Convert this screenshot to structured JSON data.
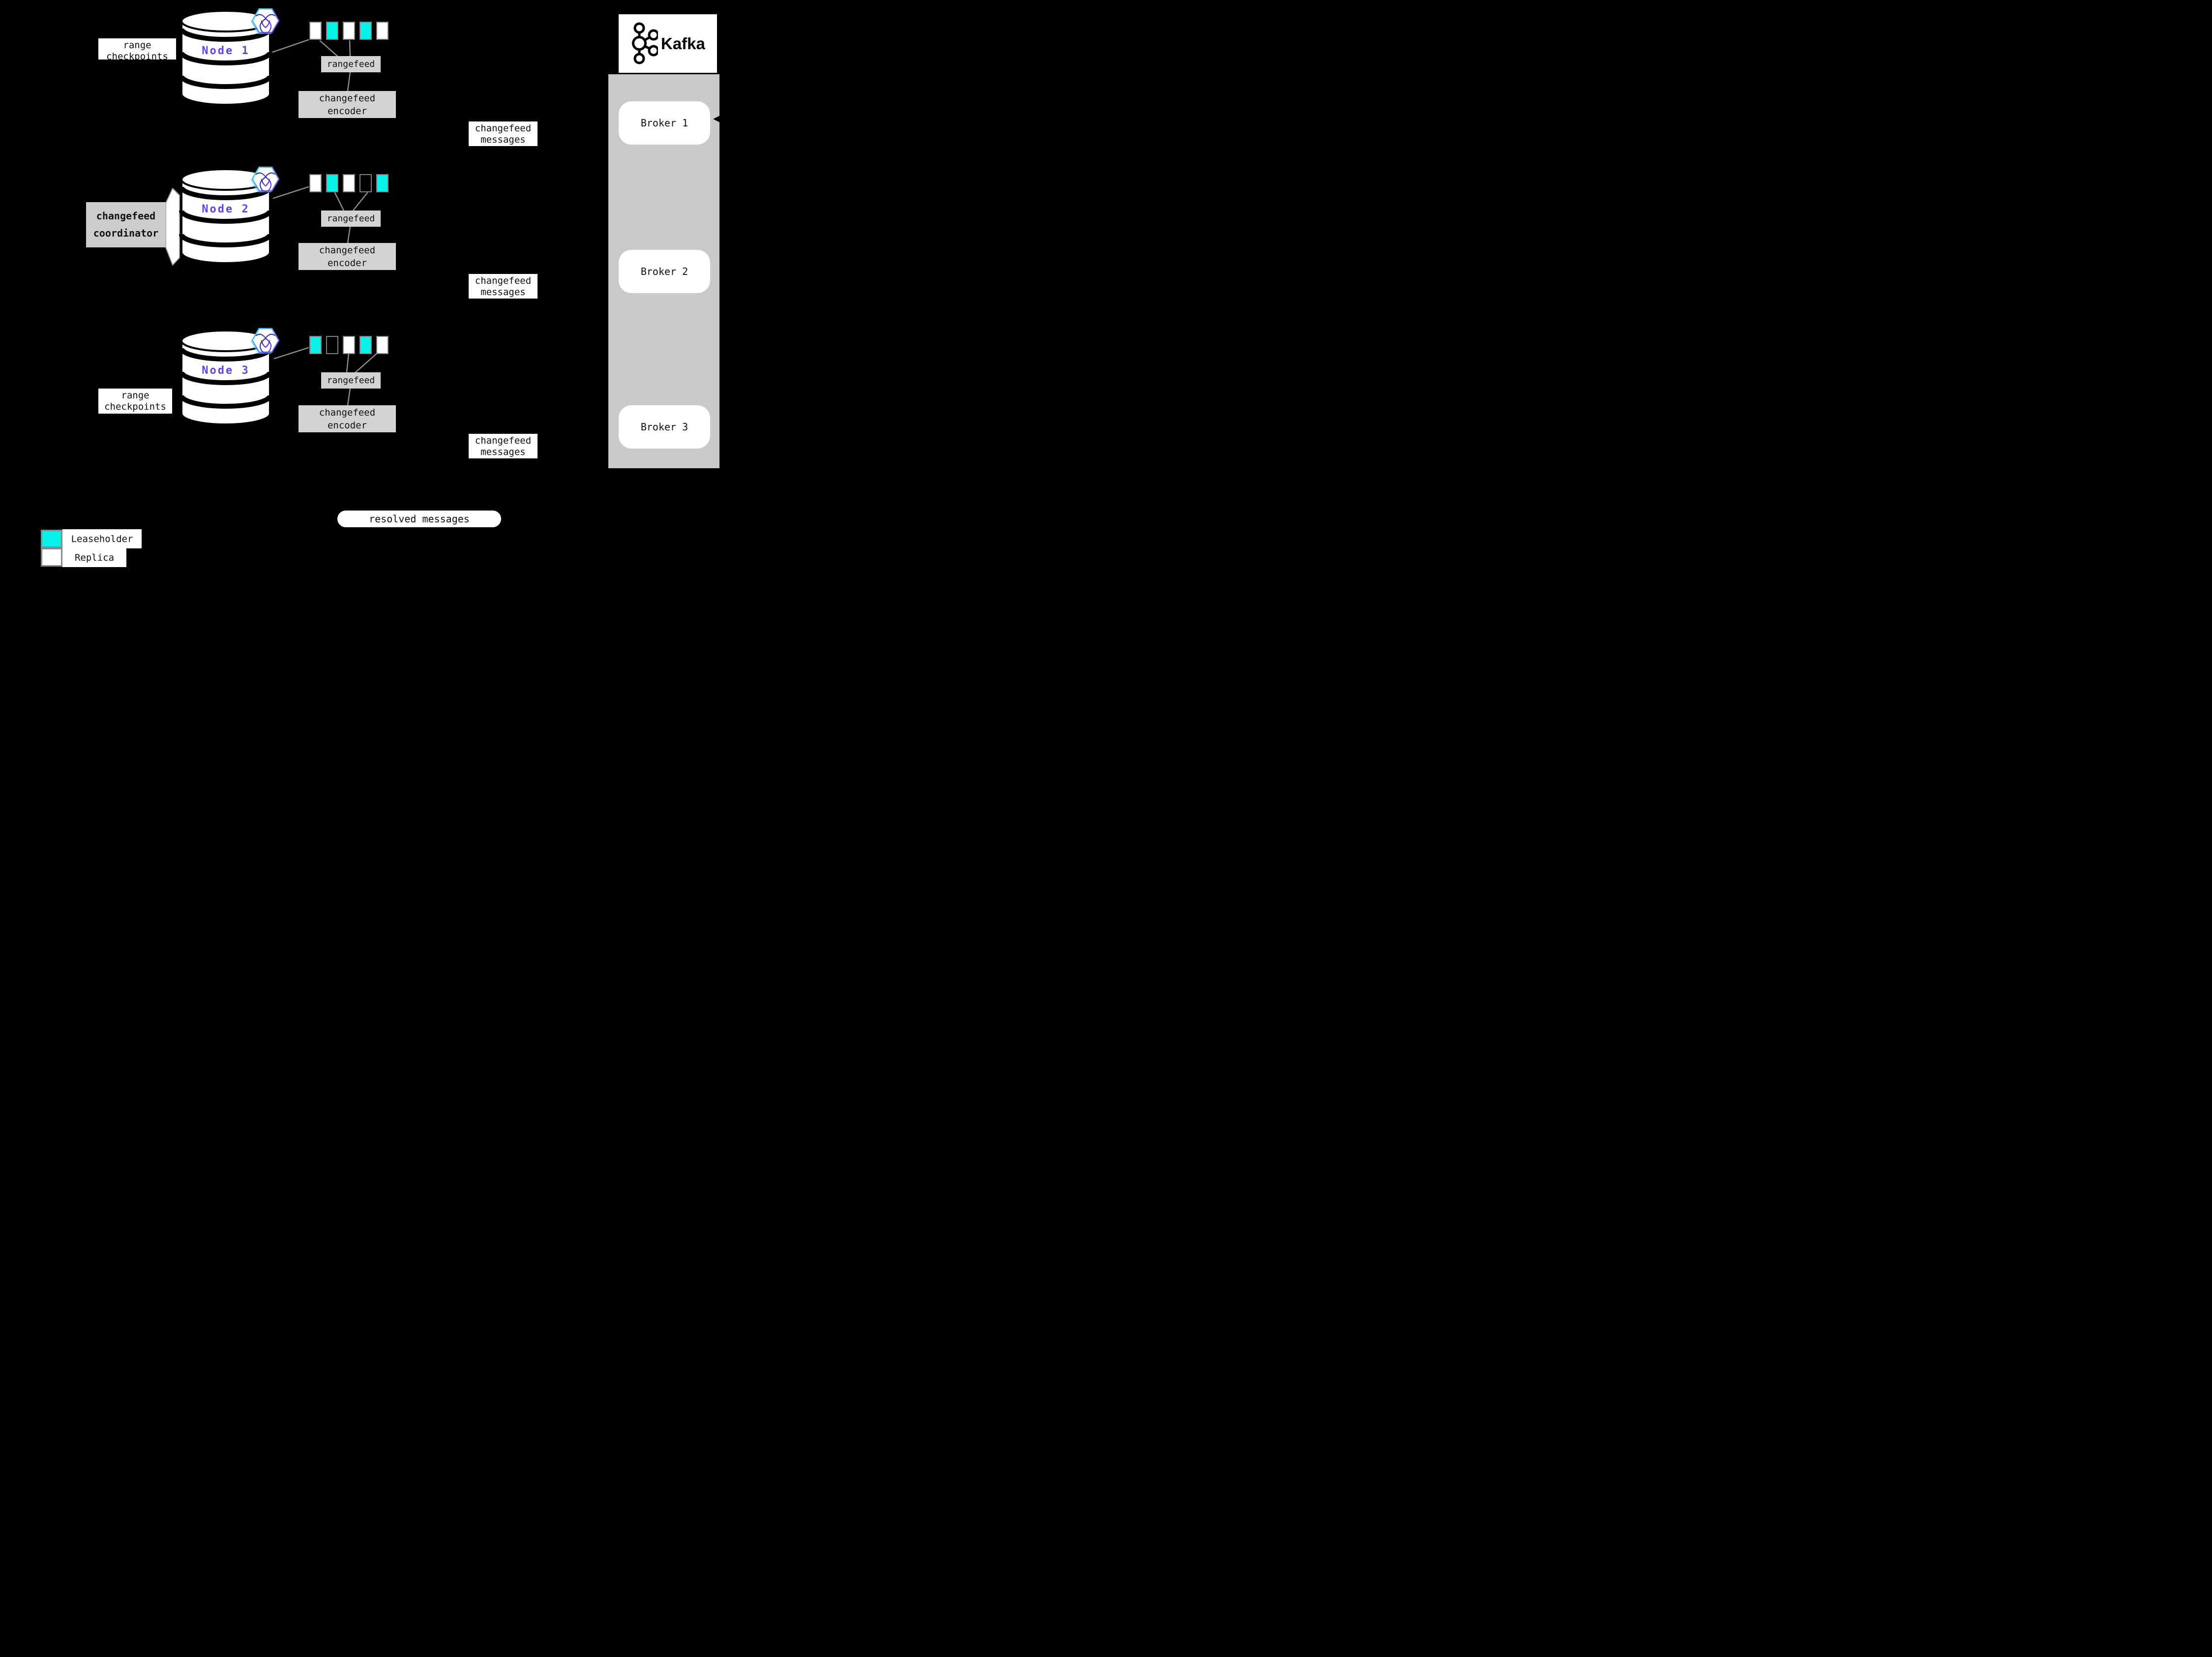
{
  "colors": {
    "canvas-bg": "#000000",
    "accent-cyan": "#04f2ea",
    "panel-gray": "#c9c9c9",
    "box-gray": "#d3d3d3",
    "rect-border": "#7d8183",
    "line-gray": "#8f8f8f",
    "node-purple": "#5b45ee",
    "ink": "#101010"
  },
  "icons": {
    "badge": "cockroachdb-hexagon-icon",
    "kafka": "kafka-circles-icon"
  },
  "rows": [
    {
      "node_label": "Node 1",
      "checkpoint": {
        "line1": "range",
        "line2": "checkpoints"
      },
      "ranges": [
        "replica",
        "leaseholder",
        "replica",
        "leaseholder",
        "replica"
      ],
      "rangefeed_label": "rangefeed",
      "encoder": {
        "line1": "changefeed",
        "line2": "encoder"
      },
      "messages": {
        "line1": "changefeed",
        "line2": "messages"
      }
    },
    {
      "node_label": "Node 2",
      "ranges": [
        "replica",
        "leaseholder",
        "replica",
        "empty",
        "leaseholder"
      ],
      "rangefeed_label": "rangefeed",
      "encoder": {
        "line1": "changefeed",
        "line2": "encoder"
      },
      "messages": {
        "line1": "changefeed",
        "line2": "messages"
      }
    },
    {
      "node_label": "Node 3",
      "checkpoint": {
        "line1": "range",
        "line2": "checkpoints"
      },
      "ranges": [
        "leaseholder",
        "empty",
        "replica",
        "leaseholder",
        "replica"
      ],
      "rangefeed_label": "rangefeed",
      "encoder": {
        "line1": "changefeed",
        "line2": "encoder"
      },
      "messages": {
        "line1": "changefeed",
        "line2": "messages"
      }
    }
  ],
  "coordinator": {
    "line1": "changefeed",
    "line2": "coordinator"
  },
  "kafka": {
    "title": "Kafka",
    "brokers": [
      {
        "label": "Broker 1"
      },
      {
        "label": "Broker 2"
      },
      {
        "label": "Broker 3"
      }
    ]
  },
  "pill": {
    "label": "resolved messages"
  },
  "legend": {
    "items": [
      {
        "label": "Leaseholder",
        "kind": "leaseholder"
      },
      {
        "label": "Replica",
        "kind": "replica"
      }
    ]
  }
}
